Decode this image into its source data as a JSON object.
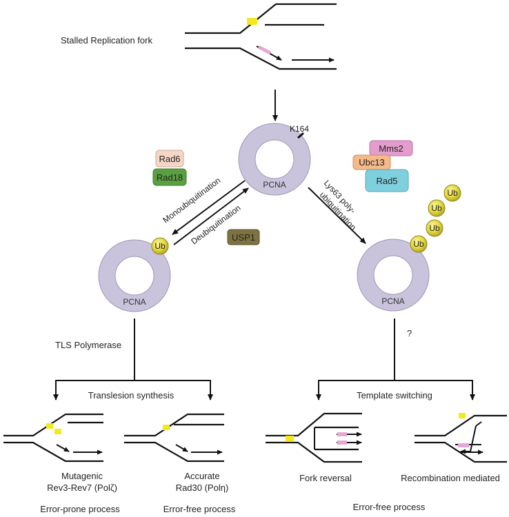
{
  "labels": {
    "stalled_fork": "Stalled Replication fork",
    "k164": "K164",
    "pcna": "PCNA",
    "monoubiquitination": "Monoubiquitination",
    "deubiquitination": "Deubiquitination",
    "lys63_line1": "Lys63 poly-",
    "lys63_line2": "ubiquitination",
    "tls_polymerase": "TLS Polymerase",
    "question": "?",
    "translesion_synthesis": "Translesion synthesis",
    "template_switching": "Template switching",
    "mutagenic_line1": "Mutagenic",
    "mutagenic_line2": "Rev3-Rev7 (Polζ)",
    "accurate_line1": "Accurate",
    "accurate_line2": "Rad30 (Polη)",
    "fork_reversal": "Fork reversal",
    "recombination_mediated": "Recombination mediated",
    "error_prone": "Error-prone process",
    "error_free_1": "Error-free process",
    "error_free_2": "Error-free process",
    "ub": "Ub"
  },
  "proteins": {
    "rad6": "Rad6",
    "rad18": "Rad18",
    "usp1": "USP1",
    "mms2": "Mms2",
    "ubc13": "Ubc13",
    "rad5": "Rad5"
  },
  "colors": {
    "pcna_ring": "#c9c3dc",
    "pcna_stroke": "#9d96b8",
    "ub_fill": "#e6dc3a",
    "ub_stroke": "#8e8520",
    "lesion_yellow": "#f2ea1c",
    "primer_pink": "#e6a7d4",
    "rad6": "#f6d6c6",
    "rad18": "#5aa040",
    "usp1": "#7d7340",
    "mms2": "#e39ccb",
    "ubc13": "#f5b98a",
    "rad5": "#7fd0df"
  }
}
